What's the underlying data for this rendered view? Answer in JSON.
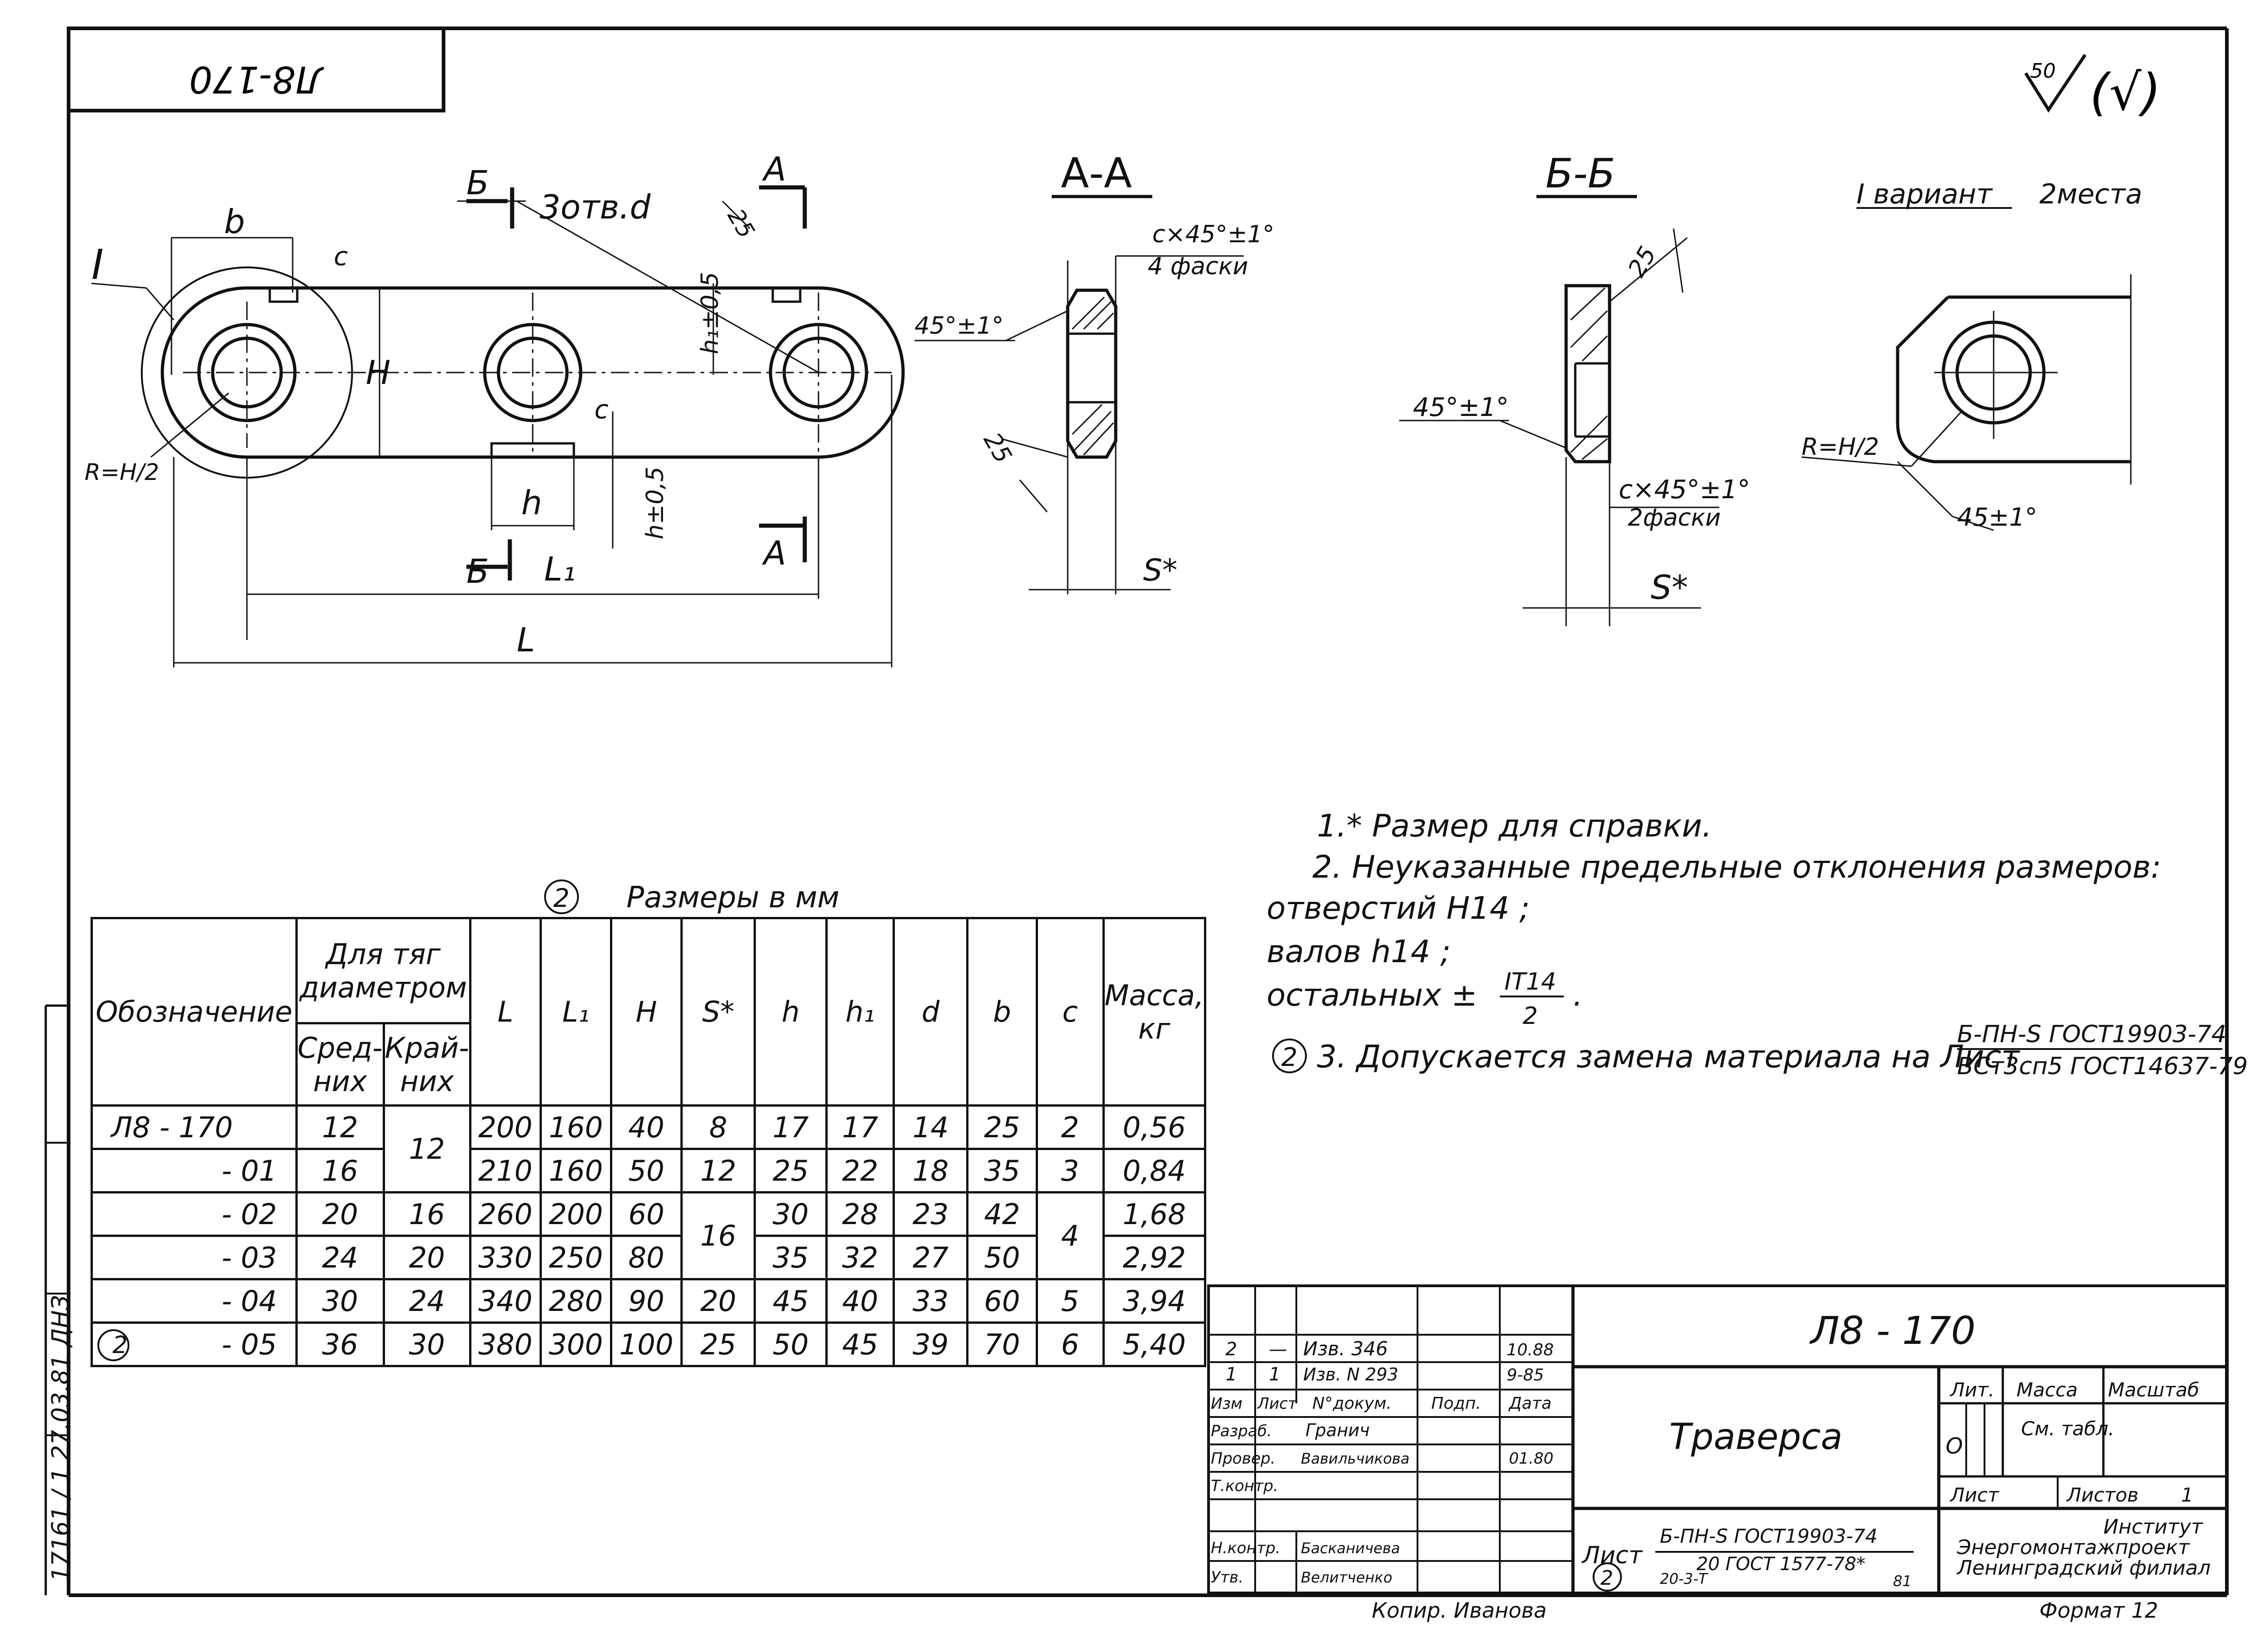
{
  "header": {
    "drawing_code_top": "Л8-170",
    "roughness_value": "50",
    "roughness_extra": "(√)"
  },
  "main_view": {
    "holes_label": "3отв.d",
    "section_mark_b": "Б",
    "section_mark_a": "А",
    "detail_mark": "I",
    "dim_b": "b",
    "dim_c": "c",
    "dim_c2": "c",
    "dim_h_upper": "H",
    "dim_h1": "h₁±0,5",
    "dim_h2": "h±0,5",
    "dim_h": "h",
    "dim_l1": "L₁",
    "dim_l": "L",
    "dim_r": "R=H/2",
    "roughness_25": "25"
  },
  "section_aa": {
    "title": "А-А",
    "chamfer_note": "c×45°±1°",
    "chamfer_count": "4 фаски",
    "angle": "45°±1°",
    "roughness": "25",
    "thickness": "S*"
  },
  "section_bb": {
    "title": "Б-Б",
    "roughness": "25",
    "angle": "45°±1°",
    "chamfer_note": "c×45°±1°",
    "chamfer_count": "2фаски",
    "thickness": "S*"
  },
  "variant": {
    "title": "I вариант",
    "places": "2места",
    "radius": "R=H/2",
    "angle": "45±1°"
  },
  "notes": {
    "n1": "1.* Размер для справки.",
    "n2": "2. Неуказанные предельные отклонения размеров:",
    "n2_holes": "отверстий      Н14 ;",
    "n2_shafts": "валов       h14 ;",
    "n2_other": "остальных  ±",
    "n2_other_frac_top": "IT14",
    "n2_other_frac_bottom": "2",
    "n3_mark": "2",
    "n3": "3. Допускается замена материала на  Лист",
    "n3_material_top": "Б-ПН-S ГОСТ19903-74",
    "n3_material_bottom": "ВСт3сп5 ГОСТ14637-79"
  },
  "dims_table": {
    "revision_mark": "2",
    "caption": "Размеры в мм",
    "headers": {
      "designation": "Обозначение",
      "rod_group": "Для тяг диаметром",
      "rod_mid": "Сред-них",
      "rod_edge": "Край-них",
      "L": "L",
      "L1": "L₁",
      "H": "H",
      "S": "S*",
      "h": "h",
      "h1": "h₁",
      "d": "d",
      "b": "b",
      "c": "c",
      "mass": "Масса, кг"
    },
    "rows": [
      {
        "designation": "Л8 - 170",
        "mid": "12",
        "edge": "12",
        "L": "200",
        "L1": "160",
        "H": "40",
        "S": "8",
        "h": "17",
        "h1": "17",
        "d": "14",
        "b": "25",
        "c": "2",
        "mass": "0,56"
      },
      {
        "designation": "- 01",
        "mid": "16",
        "edge": "",
        "L": "210",
        "L1": "160",
        "H": "50",
        "S": "12",
        "h": "25",
        "h1": "22",
        "d": "18",
        "b": "35",
        "c": "3",
        "mass": "0,84"
      },
      {
        "designation": "- 02",
        "mid": "20",
        "edge": "16",
        "L": "260",
        "L1": "200",
        "H": "60",
        "S": "16",
        "h": "30",
        "h1": "28",
        "d": "23",
        "b": "42",
        "c": "4",
        "mass": "1,68"
      },
      {
        "designation": "- 03",
        "mid": "24",
        "edge": "20",
        "L": "330",
        "L1": "250",
        "H": "80",
        "S": "",
        "h": "35",
        "h1": "32",
        "d": "27",
        "b": "50",
        "c": "",
        "mass": "2,92"
      },
      {
        "designation": "- 04",
        "mid": "30",
        "edge": "24",
        "L": "340",
        "L1": "280",
        "H": "90",
        "S": "20",
        "h": "45",
        "h1": "40",
        "d": "33",
        "b": "60",
        "c": "5",
        "mass": "3,94"
      },
      {
        "designation": "- 05",
        "mid": "36",
        "edge": "30",
        "L": "380",
        "L1": "300",
        "H": "100",
        "S": "25",
        "h": "50",
        "h1": "45",
        "d": "39",
        "b": "70",
        "c": "6",
        "mass": "5,40",
        "mark": "2"
      }
    ]
  },
  "title_block": {
    "code": "Л8 - 170",
    "name": "Траверса",
    "rev_rows": [
      {
        "num": "2",
        "sheet": "—",
        "doc": "Изв. 346",
        "sign": "",
        "date": "10.88"
      },
      {
        "num": "1",
        "sheet": "1",
        "doc": "Изв. N 293",
        "sign": "",
        "date": "9-85"
      }
    ],
    "col_headers": {
      "izm": "Изм",
      "list": "Лист",
      "doc": "N°докум.",
      "sign": "Подп.",
      "date": "Дата"
    },
    "roles": [
      {
        "role": "Разраб.",
        "name": "Гранич",
        "date": ""
      },
      {
        "role": "Провер.",
        "name": "Вавильчикова",
        "date": "01.80"
      },
      {
        "role": "Т.контр.",
        "name": "",
        "date": ""
      },
      {
        "role": "",
        "name": "",
        "date": ""
      },
      {
        "role": "Н.контр.",
        "name": "Басканичева",
        "date": ""
      },
      {
        "role": "Утв.",
        "name": "Велитченко",
        "date": ""
      }
    ],
    "lit_label": "Лит.",
    "mass_label": "Масса",
    "scale_label": "Масштаб",
    "lit_value": "О",
    "mass_value": "См. табл.",
    "sheet_label": "Лист",
    "sheets_label": "Листов",
    "sheets_value": "1",
    "material_prefix": "Лист",
    "material_mark": "2",
    "material_top": "Б-ПН-S ГОСТ19903-74",
    "material_bottom": "20 ГОСТ 1577-78*",
    "material_grade": "20-3-Т",
    "material_year": "81",
    "org1": "Институт",
    "org2": "Энергомонтажпроект",
    "org3": "Ленинградский филиал",
    "copy_label": "Копир. Иванова",
    "format_label": "Формат 12"
  },
  "margin": {
    "stamp_text": "17161 / 1  27.03.81  ДНЗ"
  }
}
